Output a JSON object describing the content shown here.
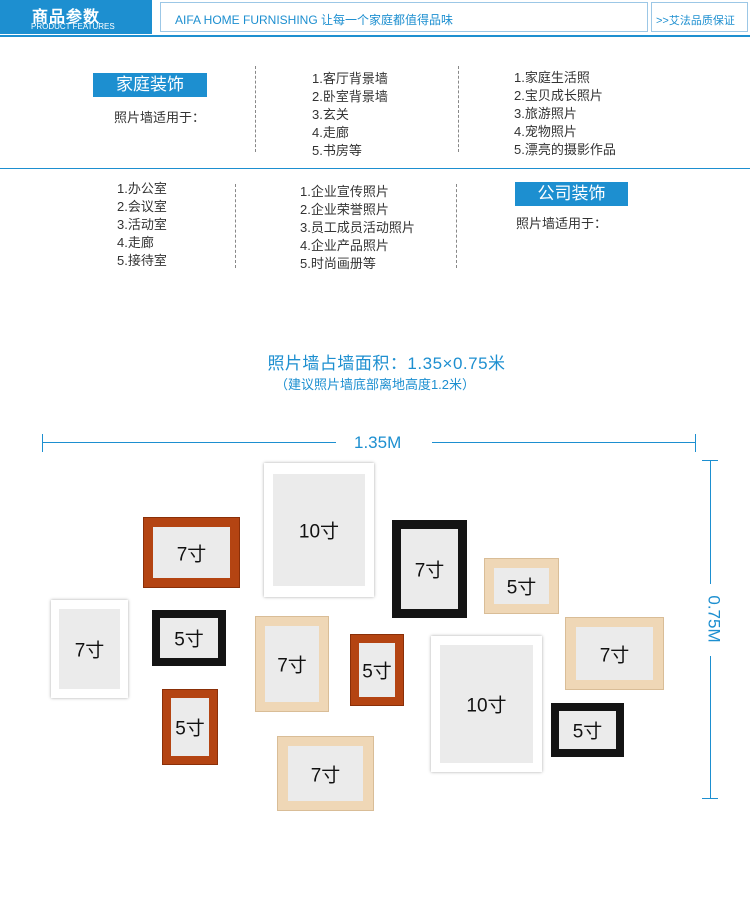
{
  "header": {
    "title": "商品参数",
    "subtitle": "PRODUCT FEATURES",
    "brand": "AIFA HOME FURNISHING  让每一个家庭都值得品味",
    "guarantee": ">>艾法品质保证"
  },
  "home": {
    "tag": "家庭装饰",
    "label": "照片墙适用于：",
    "rooms": [
      "1.客厅背景墙",
      "2.卧室背景墙",
      "3.玄关",
      "4.走廊",
      "5.书房等"
    ],
    "photos": [
      "1.家庭生活照",
      "2.宝贝成长照片",
      "3.旅游照片",
      "4.宠物照片",
      "5.漂亮的摄影作品"
    ]
  },
  "company": {
    "tag": "公司装饰",
    "label": "照片墙适用于：",
    "rooms": [
      "1.办公室",
      "2.会议室",
      "3.活动室",
      "4.走廊",
      "5.接待室"
    ],
    "photos": [
      "1.企业宣传照片",
      "2.企业荣誉照片",
      "3.员工成员活动照片",
      "4.企业产品照片",
      "5.时尚画册等"
    ]
  },
  "area": {
    "title": "照片墙占墙面积：1.35×0.75米",
    "note": "（建议照片墙底部离地高度1.2米）",
    "width_label": "1.35M",
    "height_label": "0.75M"
  },
  "frames": [
    {
      "label": "7寸",
      "color": "wood"
    },
    {
      "label": "10寸",
      "color": "white"
    },
    {
      "label": "7寸",
      "color": "black"
    },
    {
      "label": "5寸",
      "color": "pine"
    },
    {
      "label": "7寸",
      "color": "white"
    },
    {
      "label": "5寸",
      "color": "black"
    },
    {
      "label": "7寸",
      "color": "pine"
    },
    {
      "label": "5寸",
      "color": "wood"
    },
    {
      "label": "10寸",
      "color": "white"
    },
    {
      "label": "7寸",
      "color": "pine"
    },
    {
      "label": "5寸",
      "color": "wood"
    },
    {
      "label": "7寸",
      "color": "pine"
    },
    {
      "label": "5寸",
      "color": "black"
    }
  ],
  "colors": {
    "accent": "#1d8fd0",
    "wood": "#b44412",
    "black": "#141414",
    "pine": "#efd7b6",
    "white": "#ffffff"
  }
}
